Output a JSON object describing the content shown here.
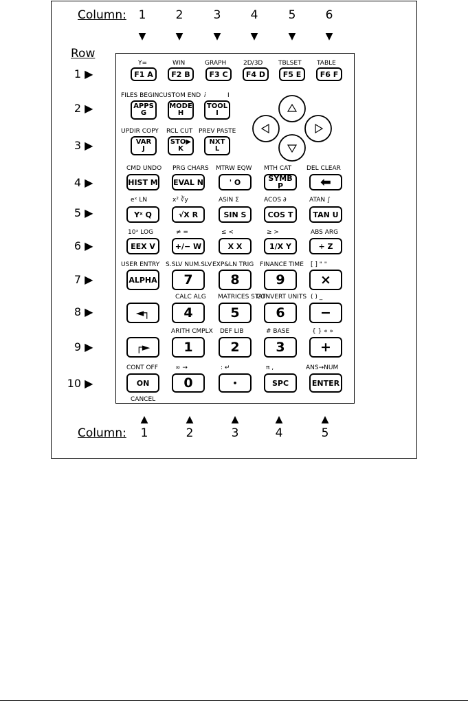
{
  "header": {
    "column_label": "Column:",
    "columns": [
      "1",
      "2",
      "3",
      "4",
      "5",
      "6"
    ]
  },
  "footer": {
    "column_label": "Column:",
    "columns": [
      "1",
      "2",
      "3",
      "4",
      "5"
    ]
  },
  "rows": {
    "row_label": "Row",
    "numbers": [
      "1",
      "2",
      "3",
      "4",
      "5",
      "6",
      "7",
      "8",
      "9",
      "10"
    ]
  },
  "keys": {
    "f1": "F1 A",
    "f2": "F2 B",
    "f3": "F3 C",
    "f4": "F4 D",
    "f5": "F5 E",
    "f6": "F6 F",
    "apps_top": "APPS",
    "apps_bot": "G",
    "mode_top": "MODE",
    "mode_bot": "H",
    "tool_top": "TOOL",
    "tool_bot": "I",
    "var_top": "VAR",
    "var_bot": "J",
    "sto_top": "STO▶",
    "sto_bot": "K",
    "nxt_top": "NXT",
    "nxt_bot": "L",
    "hist": "HIST M",
    "eval": "EVAL N",
    "tick": "'   O",
    "symb": "SYMB P",
    "del": "⬅",
    "yx": "Yˣ  Q",
    "sqrt": "√X  R",
    "sin": "SIN  S",
    "cos": "COS  T",
    "tan": "TAN U",
    "eex": "EEX  V",
    "plusminus": "+/− W",
    "x": "X   X",
    "inv": "1/X Y",
    "div": "÷ Z",
    "alpha": "ALPHA",
    "seven": "7",
    "eight": "8",
    "nine": "9",
    "mul": "×",
    "lshift": "◄┐",
    "four": "4",
    "five": "5",
    "six": "6",
    "minus": "−",
    "rshift": "┌►",
    "one": "1",
    "two": "2",
    "three": "3",
    "plus": "+",
    "on": "ON",
    "zero": "0",
    "dot": "•",
    "spc": "SPC",
    "enter": "ENTER"
  },
  "labels": {
    "r1": [
      "Y=",
      "WIN",
      "GRAPH",
      "2D/3D",
      "TBLSET",
      "TABLE"
    ],
    "r2": [
      "FILES BEGIN",
      "CUSTOM END",
      "i",
      "I"
    ],
    "r3": [
      "UPDIR COPY",
      "RCL  CUT",
      "PREV  PASTE"
    ],
    "r4": [
      "CMD UNDO",
      "PRG  CHARS",
      "MTRW  EQW",
      "MTH  CAT",
      "DEL CLEAR"
    ],
    "r5": [
      "eˣ    LN",
      "x²    ∛y",
      "ASIN   Σ",
      "ACOS   ∂",
      "ATAN   ∫"
    ],
    "r6": [
      "10ˣ  LOG",
      "≠      =",
      "≤      <",
      "≥      >",
      "ABS  ARG"
    ],
    "r7": [
      "USER ENTRY",
      "S.SLV NUM.SLV",
      "EXP&LN TRIG",
      "FINANCE TIME",
      "[ ]     \" \""
    ],
    "r8": [
      "CALC  ALG",
      "MATRICES STAT",
      "CONVERT UNITS",
      "( )      _"
    ],
    "r9": [
      "ARITH  CMPLX",
      "DEF      LIB",
      "#    BASE",
      "{ }  « »"
    ],
    "r10": [
      "CONT  OFF",
      "∞   →",
      ":    ↵",
      "π      ,",
      "ANS→NUM"
    ],
    "cancel": "CANCEL"
  }
}
